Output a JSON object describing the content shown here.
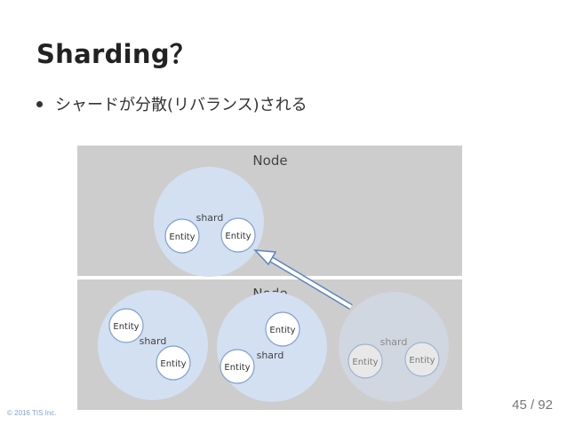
{
  "slide": {
    "title": "Sharding？",
    "bullet": "シャードが分散(リバランス)される",
    "copyright": "© 2016 TIS Inc.",
    "page_number": "45 / 92"
  },
  "diagram": {
    "top_node": {
      "label": "Node",
      "shard_label": "shard",
      "entities": [
        "Entity",
        "Entity"
      ]
    },
    "bottom_node": {
      "label": "Node",
      "shards": [
        {
          "shard_label": "shard",
          "entities": [
            "Entity",
            "Entity"
          ]
        },
        {
          "shard_label": "shard",
          "entities": [
            "Entity",
            "Entity"
          ]
        },
        {
          "shard_label": "shard",
          "entities": [
            "Entity",
            "Entity"
          ],
          "faded": true
        }
      ]
    },
    "colors": {
      "node_bg": "#cdcdcd",
      "shard_fill": "#d3e0f2",
      "entity_border": "#7f9fcf",
      "arrow": "#5b84c4"
    }
  }
}
